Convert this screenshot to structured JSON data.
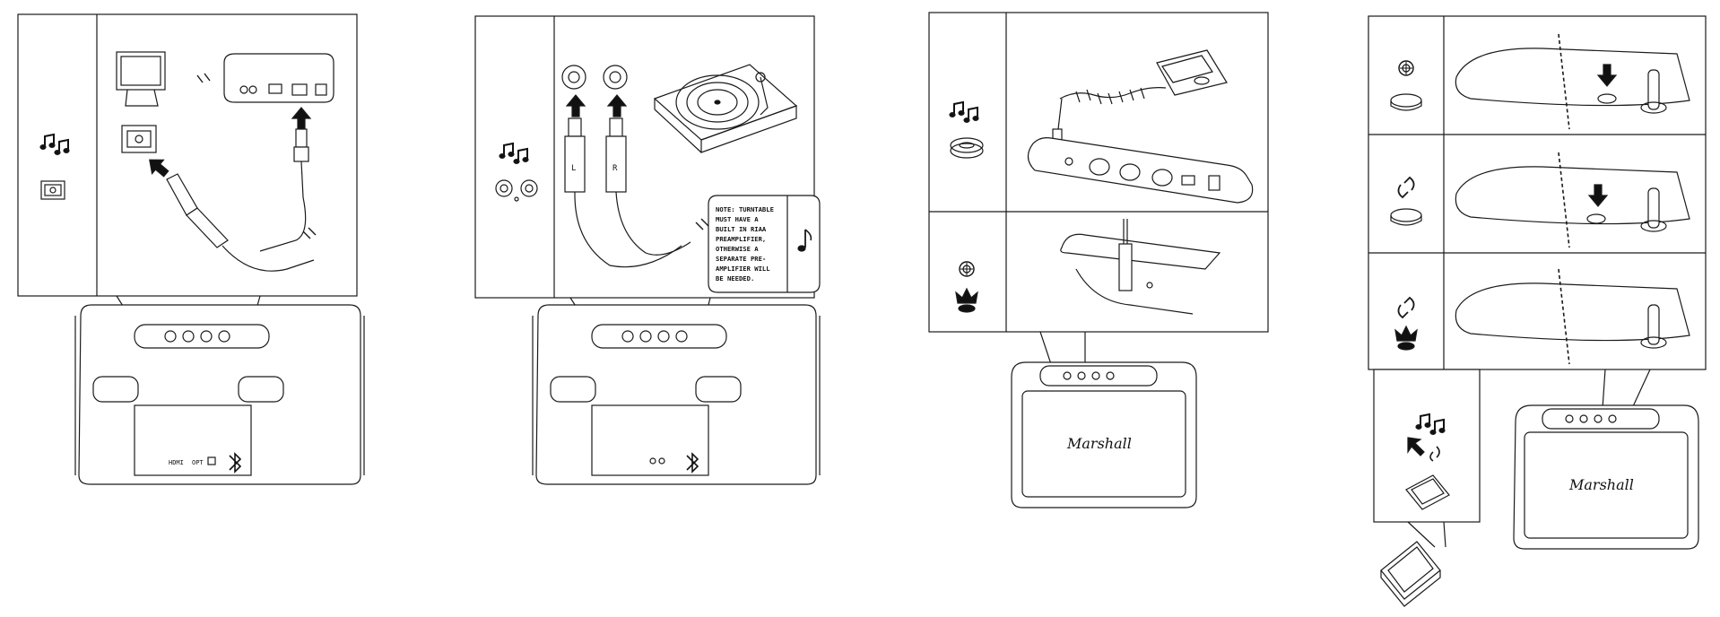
{
  "panels": {
    "optical": {
      "port_labels": [
        "HDMI",
        "OPT"
      ]
    },
    "turntable": {
      "plug_labels": [
        "L",
        "R"
      ],
      "note_lines": [
        "NOTE: TURNTABLE",
        "MUST HAVE A",
        "BUILT IN RIAA",
        "PREAMPLIFIER,",
        "OTHERWISE A",
        "SEPARATE PRE-",
        "AMPLIFIER WILL",
        "BE NEEDED."
      ]
    },
    "aux": {
      "brand_logo": "Marshall"
    },
    "bluetooth": {
      "brand_logo": "Marshall"
    }
  },
  "icons": {
    "music": "music-notes-icon",
    "note": "single-note-icon",
    "bluetooth": "bluetooth-link-icon",
    "power": "power-symbol-icon",
    "crown": "pairing-crown-icon"
  },
  "colors": {
    "line": "#1a1a1a",
    "background": "#ffffff",
    "fill_light": "#f4f4f4",
    "arrow": "#111111"
  }
}
